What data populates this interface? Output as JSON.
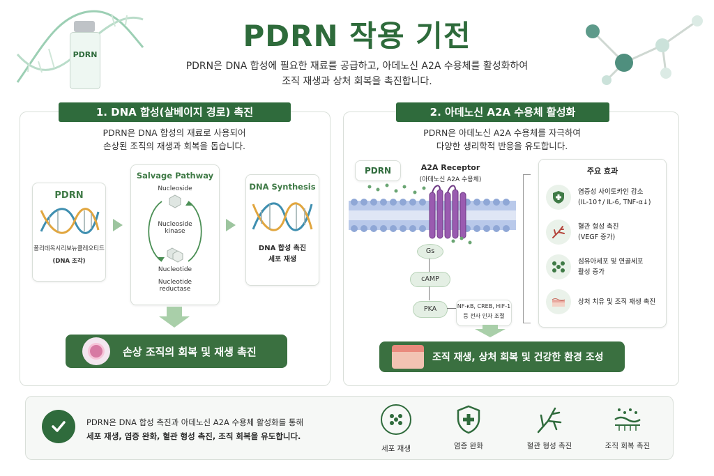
{
  "header": {
    "title": "PDRN 작용 기전",
    "subtitle_line1": "PDRN은 DNA 합성에 필요한 재료를 공급하고, 아데노신 A2A 수용체를 활성화하여",
    "subtitle_line2": "조직 재생과 상처 회복을 촉진합니다.",
    "vial_label": "PDRN"
  },
  "section1": {
    "title": "1. DNA 합성(살베이지 경로) 촉진",
    "desc_line1": "PDRN은 DNA 합성의 재료로 사용되어",
    "desc_line2": "손상된 조직의 재생과 회복을 돕습니다.",
    "pdrn_box": {
      "title": "PDRN",
      "line1": "폴리데옥시리보뉴클레오티드",
      "line2": "(DNA 조각)"
    },
    "salvage": {
      "title": "Salvage Pathway",
      "nucleoside": "Nucleoside",
      "kinase_line1": "Nucleoside",
      "kinase_line2": "kinase",
      "nucleotide": "Nucleotide",
      "reductase_line1": "Nucleotide",
      "reductase_line2": "reductase"
    },
    "synthesis": {
      "title": "DNA Synthesis",
      "line1": "DNA 합성 촉진",
      "line2": "세포 재생"
    },
    "banner": "손상 조직의 회복 및 재생 촉진"
  },
  "section2": {
    "title": "2. 아데노신 A2A 수용체 활성화",
    "desc_line1": "PDRN은 아데노신 A2A 수용체를 자극하여",
    "desc_line2": "다양한 생리학적 반응을 유도합니다.",
    "pdrn_tag": "PDRN",
    "receptor_title": "A2A Receptor",
    "receptor_sub": "(아데노신 A2A 수용체)",
    "gs": "Gs",
    "camp": "cAMP",
    "pka": "PKA",
    "tf_line1": "NF-κB, CREB, HIF-1",
    "tf_line2": "등 전사 인자 조절",
    "effects_title": "주요 효과",
    "effects": [
      {
        "line1": "염증성 사이토카인 감소",
        "line2": "(IL-10↑/ IL-6, TNF-α↓)",
        "icon": "shield-plus-icon"
      },
      {
        "line1": "혈관 형성 촉진",
        "line2": "(VEGF 증가)",
        "icon": "blood-vessel-icon"
      },
      {
        "line1": "섬유아세포 및 연골세포",
        "line2": "활성 증가",
        "icon": "cells-icon"
      },
      {
        "line1": "상처 치유 및 조직 재생 촉진",
        "line2": "",
        "icon": "skin-layer-icon"
      }
    ],
    "banner": "조직 재생, 상처 회복 및 건강한 환경 조성"
  },
  "summary": {
    "line1": "PDRN은 DNA 합성 촉진과 아데노신 A2A 수용체 활성화를 통해",
    "line2": "세포 재생, 염증 완화, 혈관 형성 촉진, 조직 회복을 유도합니다.",
    "icons": [
      {
        "label": "세포 재생",
        "icon": "cells-icon"
      },
      {
        "label": "염증 완화",
        "icon": "shield-plus-icon"
      },
      {
        "label": "혈관 형성 촉진",
        "icon": "blood-vessel-icon"
      },
      {
        "label": "조직 회복 촉진",
        "icon": "skin-layer-icon"
      }
    ]
  },
  "colors": {
    "primary_green": "#2f6b3c",
    "light_green": "#a9cfa9",
    "receptor_purple": "#8a4a9e",
    "membrane_blue": "#9fb6dc"
  }
}
